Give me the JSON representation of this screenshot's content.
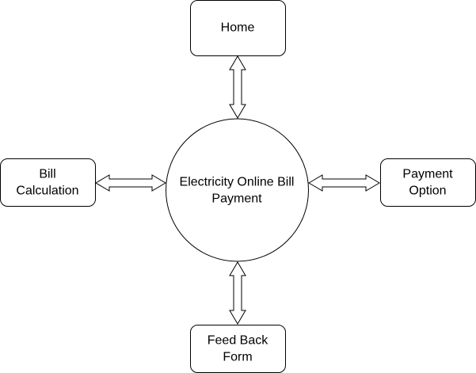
{
  "diagram": {
    "hub": {
      "lines": [
        "Electricity Online Bill",
        "Payment"
      ]
    },
    "nodes": {
      "home": {
        "lines": [
          "Home"
        ]
      },
      "bill_calculation": {
        "lines": [
          "Bill",
          "Calculation"
        ]
      },
      "payment_option": {
        "lines": [
          "Payment",
          "Option"
        ]
      },
      "feed_back_form": {
        "lines": [
          "Feed Back",
          "Form"
        ]
      }
    },
    "connections": [
      {
        "from": "hub",
        "to": "home",
        "type": "bidirectional"
      },
      {
        "from": "hub",
        "to": "bill_calculation",
        "type": "bidirectional"
      },
      {
        "from": "hub",
        "to": "payment_option",
        "type": "bidirectional"
      },
      {
        "from": "hub",
        "to": "feed_back_form",
        "type": "bidirectional"
      }
    ]
  }
}
